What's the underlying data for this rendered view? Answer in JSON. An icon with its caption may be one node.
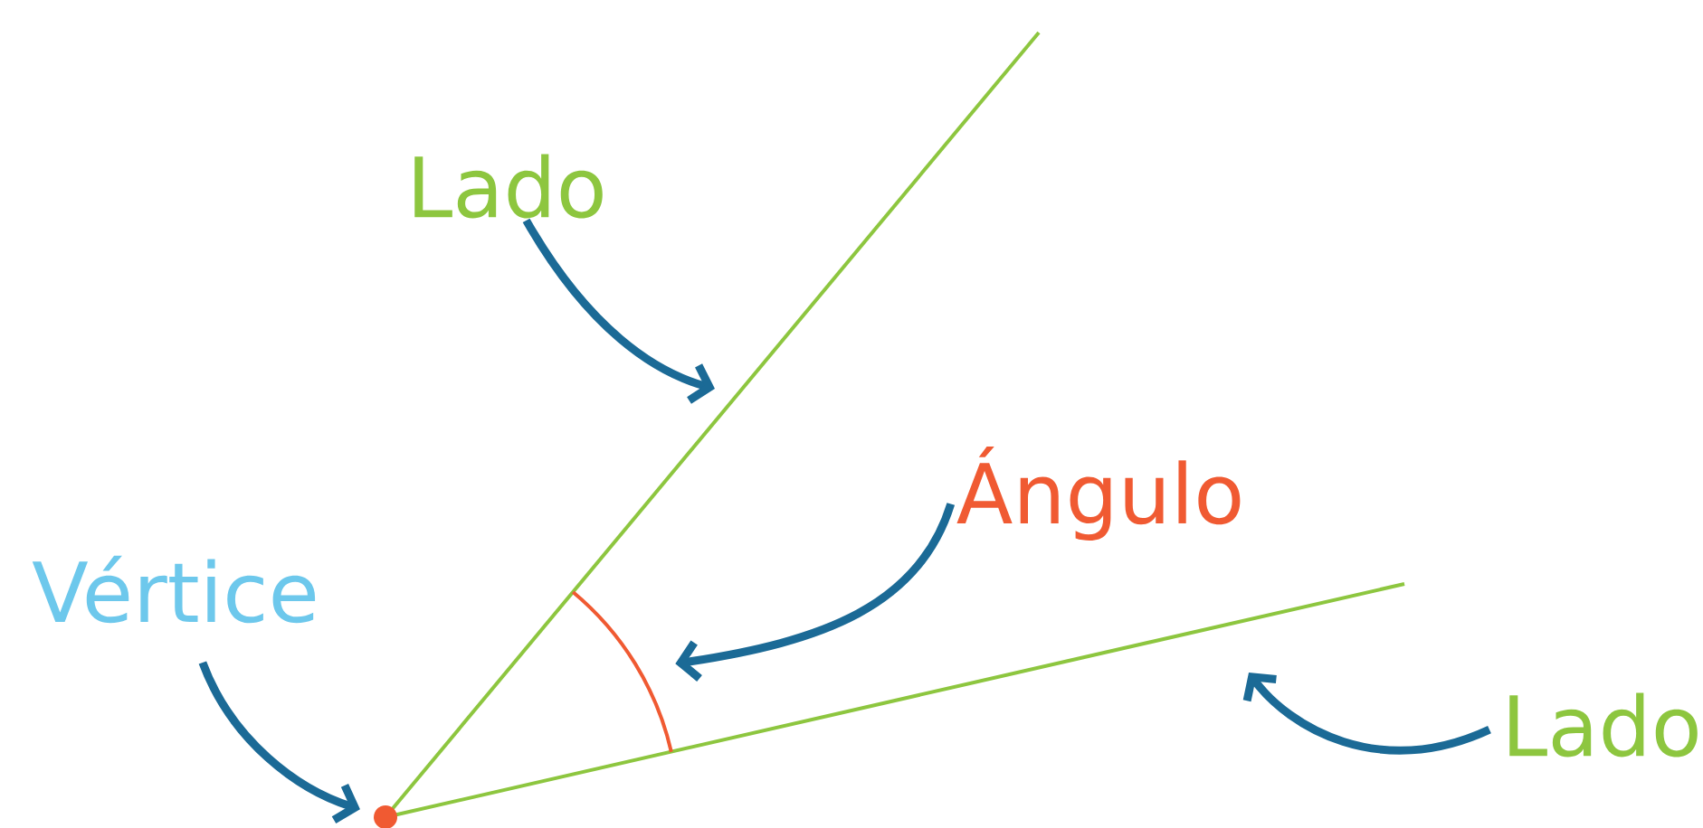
{
  "diagram": {
    "nodes": [
      {
        "text": [
          "Lado"
        ]
      },
      {
        "text": [
          "Ángulo"
        ]
      },
      {
        "text": [
          "Vértice"
        ]
      },
      {
        "text": [
          "Lado"
        ]
      },
      {
        "text": [],
        "shape": "arc"
      },
      {
        "text": [],
        "shape": "circle"
      }
    ],
    "edges": [
      {
        "from": 0,
        "to": null,
        "arrow": "to"
      },
      {
        "from": 1,
        "to": 4,
        "arrow": "to"
      },
      {
        "from": 2,
        "to": 5,
        "arrow": "to"
      },
      {
        "from": 3,
        "to": null,
        "arrow": "to"
      }
    ]
  }
}
